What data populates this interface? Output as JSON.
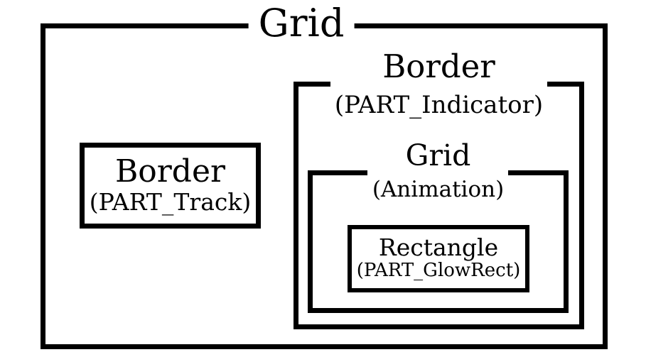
{
  "diagram": {
    "background_color": "#ffffff",
    "ink_color": "#000000",
    "root": {
      "title": "Grid",
      "children": [
        {
          "id": "track",
          "title": "Border",
          "subtitle": "(PART_Track)",
          "children": []
        },
        {
          "id": "indicator",
          "title": "Border",
          "subtitle": "(PART_Indicator)",
          "children": [
            {
              "id": "animation",
              "title": "Grid",
              "subtitle": "(Animation)",
              "children": [
                {
                  "id": "glowrect",
                  "title": "Rectangle",
                  "subtitle": "(PART_GlowRect)",
                  "children": []
                }
              ]
            }
          ]
        }
      ]
    }
  }
}
